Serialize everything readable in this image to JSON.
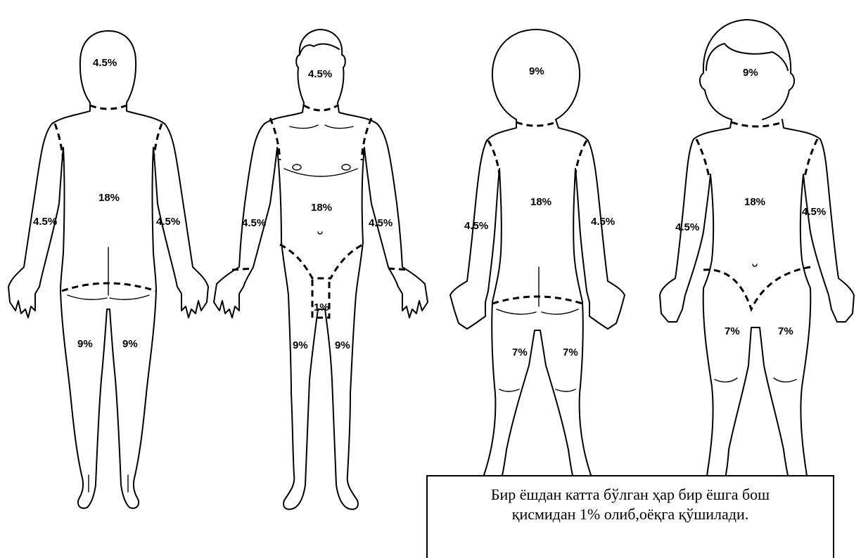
{
  "figures": [
    {
      "name": "adult-back",
      "labels": {
        "head": "4.5%",
        "trunk": "18%",
        "arm_left": "4.5%",
        "arm_right": "4.5%",
        "leg_left": "9%",
        "leg_right": "9%"
      }
    },
    {
      "name": "adult-front",
      "labels": {
        "head": "4.5%",
        "trunk": "18%",
        "arm_left": "4.5%",
        "arm_right": "4.5%",
        "groin": "1%",
        "leg_left": "9%",
        "leg_right": "9%"
      }
    },
    {
      "name": "child-back",
      "labels": {
        "head": "9%",
        "trunk": "18%",
        "arm_left": "4.5%",
        "arm_right": "4.5%",
        "leg_left": "7%",
        "leg_right": "7%"
      }
    },
    {
      "name": "child-front",
      "labels": {
        "head": "9%",
        "trunk": "18%",
        "arm_left": "4.5%",
        "arm_right": "4.5%",
        "leg_left": "7%",
        "leg_right": "7%"
      }
    }
  ],
  "note": {
    "line1": "Бир ёшдан катта бўлган ҳар бир ёшга бош",
    "line2": "қисмидан  1% олиб,оёқга қўшилади."
  }
}
